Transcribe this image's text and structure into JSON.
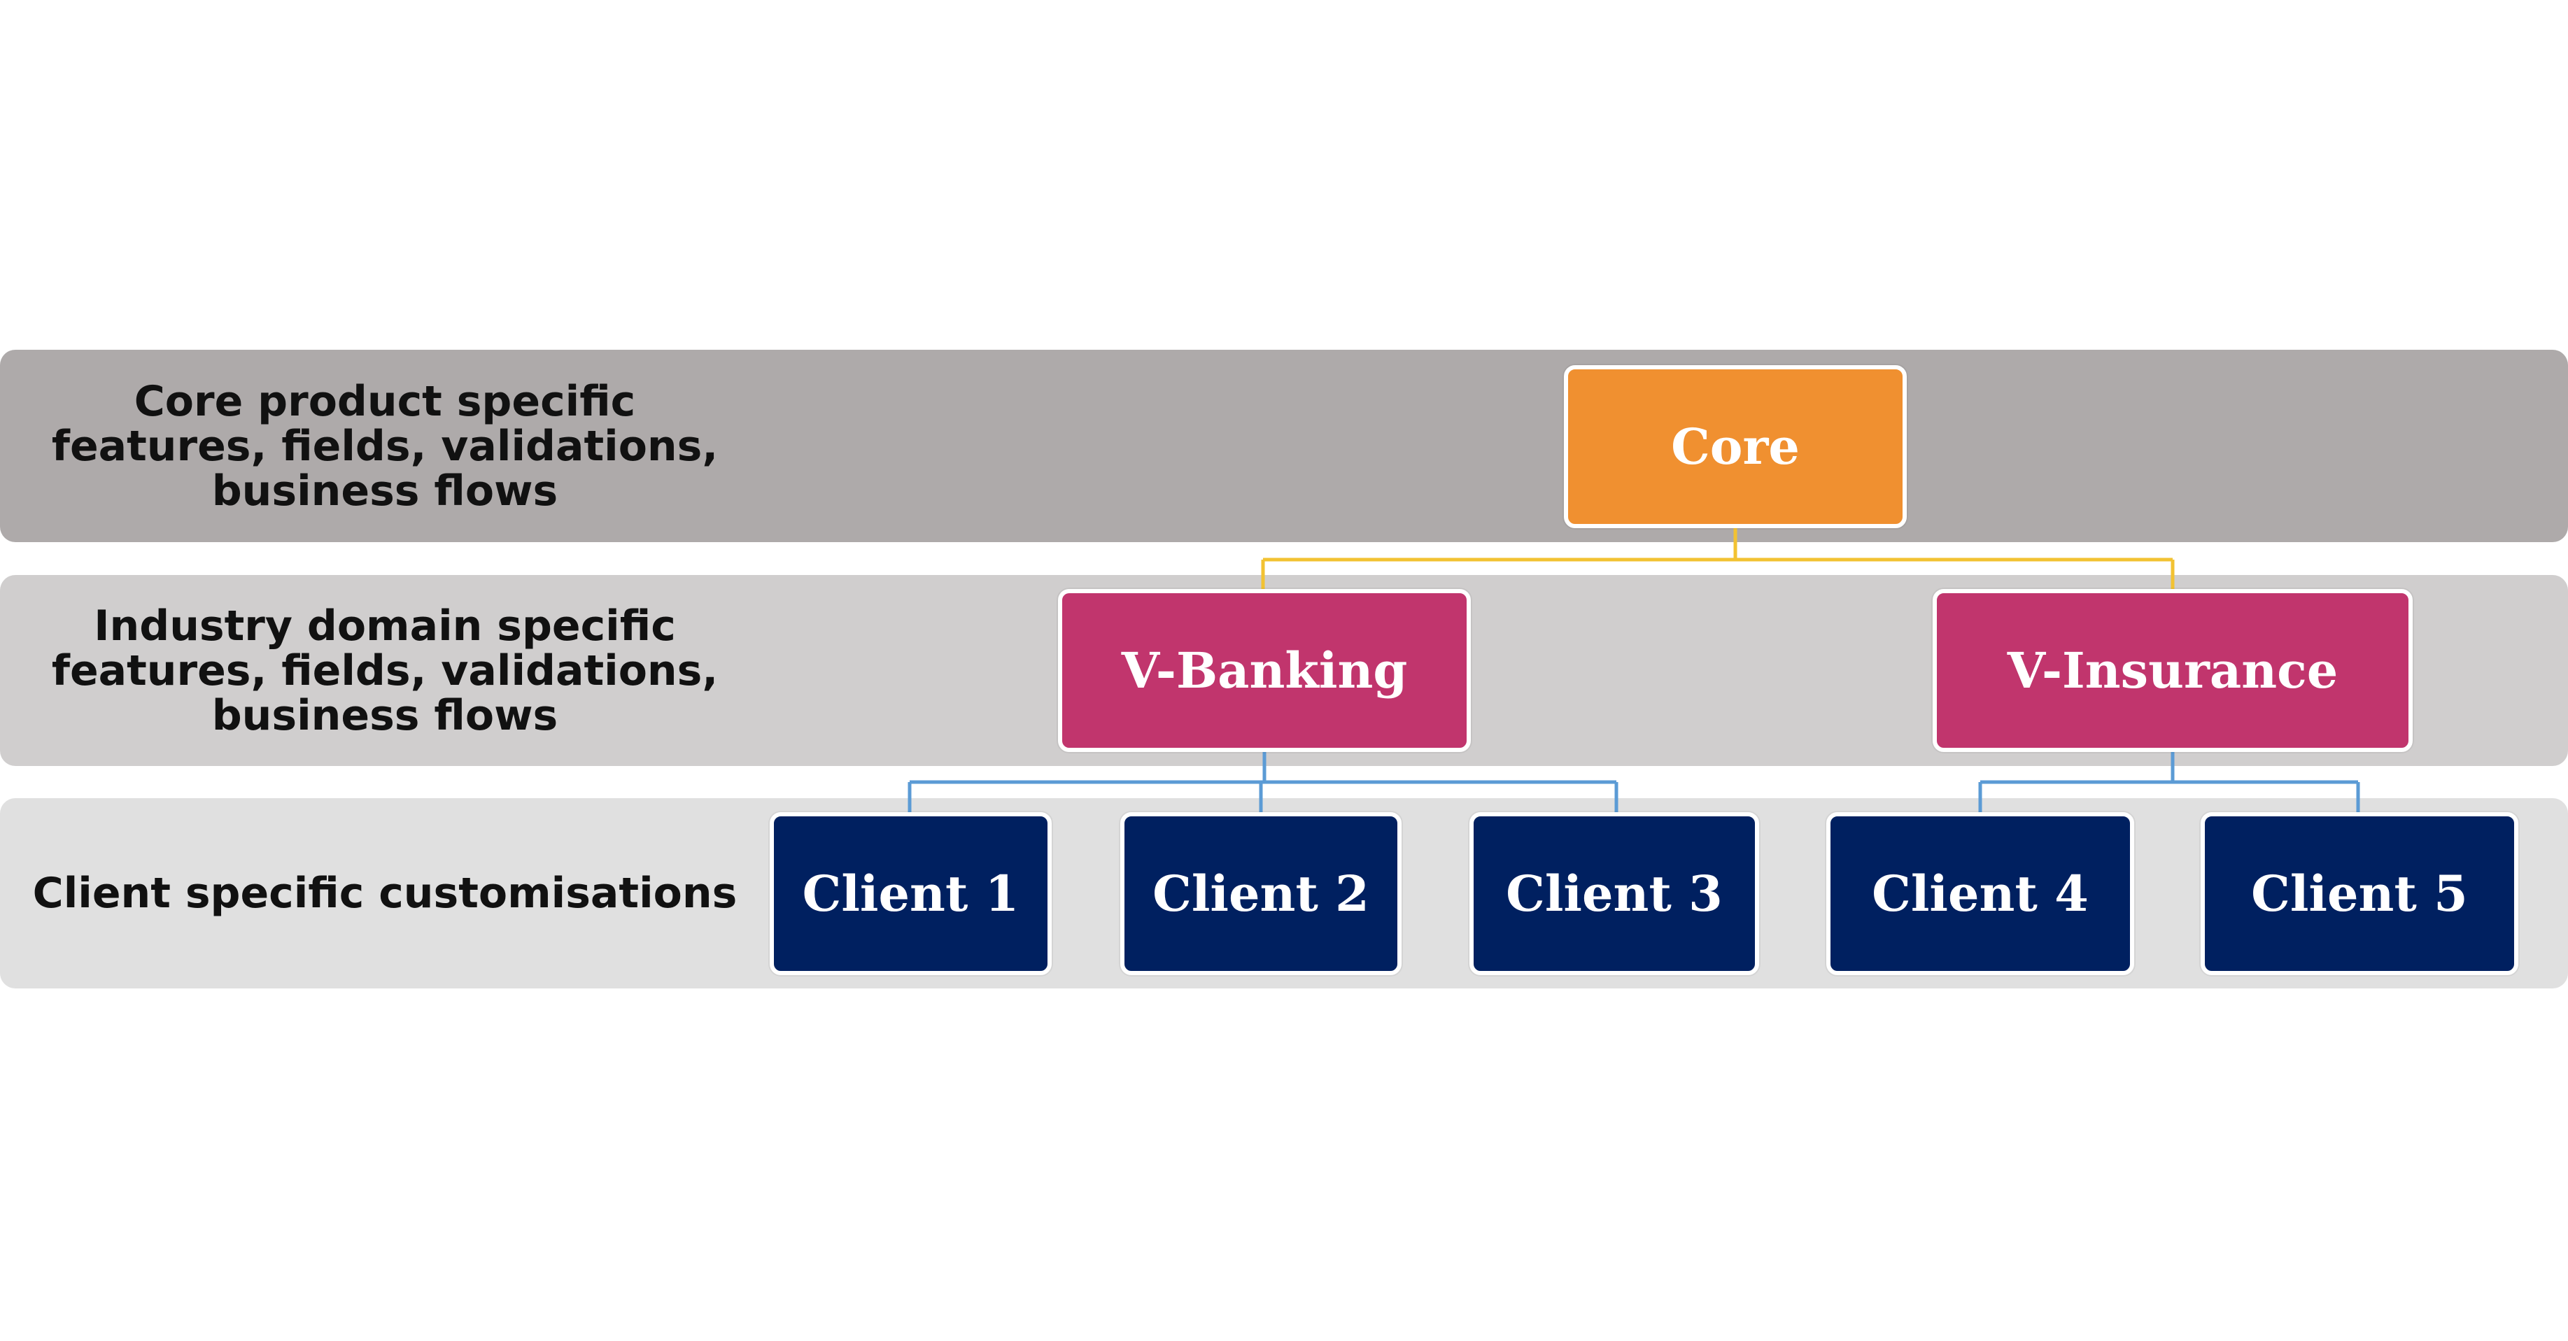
{
  "colors": {
    "band_core": "#aeaaaa",
    "band_industry": "#d0cece",
    "band_client": "#e0e0e0",
    "core_node": "#f09030",
    "industry_node": "#c1356d",
    "client_node": "#002060",
    "core_connector": "#f2c232",
    "client_connector": "#5b9bd5"
  },
  "bands": [
    {
      "label": "Core product specific\nfeatures, fields, validations,\nbusiness flows"
    },
    {
      "label": "Industry domain specific\nfeatures, fields, validations,\nbusiness flows"
    },
    {
      "label": "Client specific customisations"
    }
  ],
  "nodes": {
    "core": "Core",
    "industries": [
      "V-Banking",
      "V-Insurance"
    ],
    "clients": [
      "Client 1",
      "Client 2",
      "Client 3",
      "Client 4",
      "Client 5"
    ]
  }
}
